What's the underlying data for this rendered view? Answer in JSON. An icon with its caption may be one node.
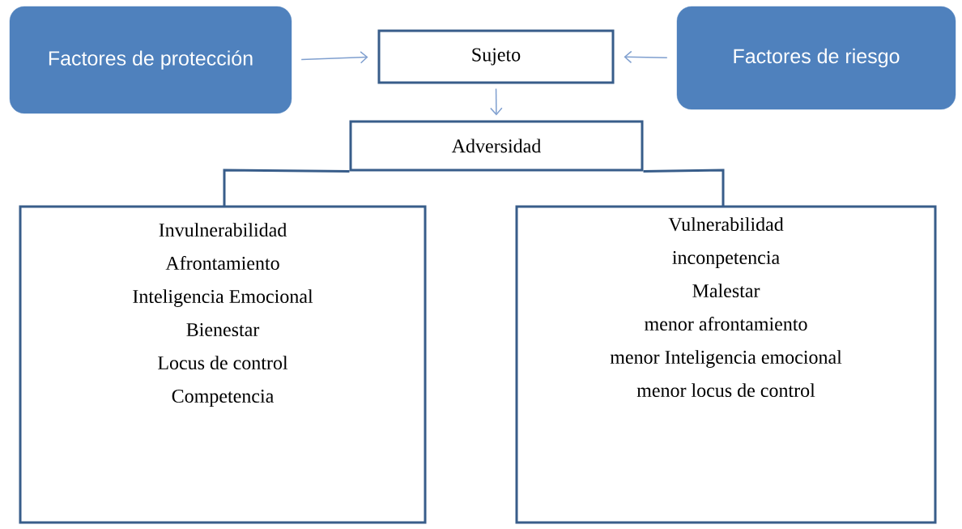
{
  "diagram": {
    "nodes": [
      {
        "text": [
          "Factores de protección"
        ]
      },
      {
        "text": [
          "Sujeto"
        ]
      },
      {
        "text": [
          "Factores de riesgo"
        ]
      },
      {
        "text": [
          "Adversidad"
        ]
      },
      {
        "text": [
          "Invulnerabilidad",
          "Afrontamiento",
          "Inteligencia Emocional",
          "Bienestar",
          "Locus de control",
          "Competencia"
        ]
      },
      {
        "text": [
          "Vulnerabilidad",
          "inconpetencia",
          "Malestar",
          "menor afrontamiento",
          "menor Inteligencia emocional",
          "menor locus de control"
        ]
      }
    ],
    "edges": [
      {
        "from": 0,
        "to": 1,
        "arrow": "to"
      },
      {
        "from": 2,
        "to": 1,
        "arrow": "to"
      },
      {
        "from": 1,
        "to": 3,
        "arrow": "to"
      },
      {
        "from": 3,
        "to": 4,
        "arrow": "none"
      },
      {
        "from": 3,
        "to": 5,
        "arrow": "none"
      }
    ]
  }
}
